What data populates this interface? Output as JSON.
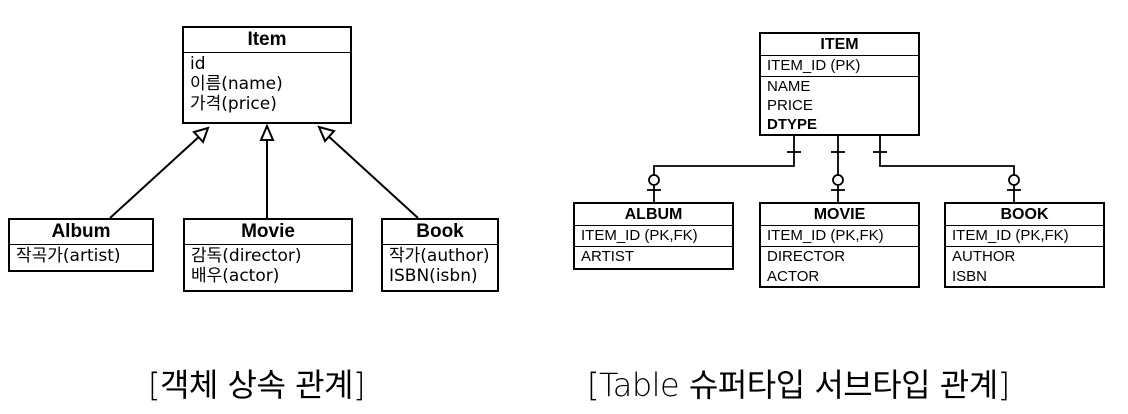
{
  "object_diagram": {
    "item": {
      "title": "Item",
      "attrs": [
        "id",
        "이름(name)",
        "가격(price)"
      ]
    },
    "album": {
      "title": "Album",
      "attrs": [
        "작곡가(artist)"
      ]
    },
    "movie": {
      "title": "Movie",
      "attrs": [
        "감독(director)",
        "배우(actor)"
      ]
    },
    "book": {
      "title": "Book",
      "attrs": [
        "작가(author)",
        "ISBN(isbn)"
      ]
    },
    "caption": "[객체 상속 관계]"
  },
  "table_diagram": {
    "item": {
      "title": "ITEM",
      "pk": "ITEM_ID (PK)",
      "cols": [
        "NAME",
        "PRICE"
      ],
      "dtype": "DTYPE"
    },
    "album": {
      "title": "ALBUM",
      "pk": "ITEM_ID (PK,FK)",
      "cols": [
        "ARTIST"
      ]
    },
    "movie": {
      "title": "MOVIE",
      "pk": "ITEM_ID (PK,FK)",
      "cols": [
        "DIRECTOR",
        "ACTOR"
      ]
    },
    "book": {
      "title": "BOOK",
      "pk": "ITEM_ID (PK,FK)",
      "cols": [
        "AUTHOR",
        "ISBN"
      ]
    },
    "caption": "[Table 슈퍼타입 서브타입 관계]"
  }
}
